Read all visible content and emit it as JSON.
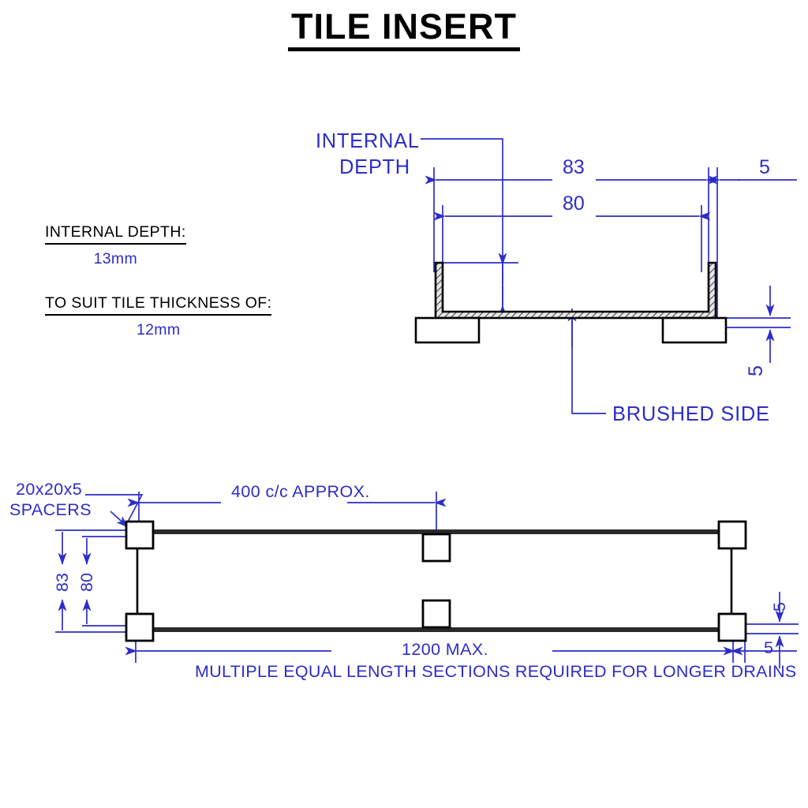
{
  "title": "TILE INSERT",
  "notes": [
    {
      "heading": "INTERNAL DEPTH:",
      "value": "13mm"
    },
    {
      "heading": "TO SUIT TILE THICKNESS OF:",
      "value": "12mm"
    }
  ],
  "colors": {
    "dimension_blue": "#2d2dc8",
    "outline_black": "#000000",
    "background": "#ffffff"
  },
  "section_view": {
    "name": "cross-section",
    "labels": {
      "internal_depth_line1": "INTERNAL",
      "internal_depth_line2": "DEPTH",
      "brushed_side": "BRUSHED SIDE"
    },
    "dimensions": {
      "overall_width": "83",
      "internal_width": "80",
      "wall_thickness": "5",
      "spacer_height": "5"
    }
  },
  "plan_view": {
    "name": "plan",
    "labels": {
      "spacers_line1": "20x20x5",
      "spacers_line2": "SPACERS",
      "footer_note": "MULTIPLE EQUAL LENGTH SECTIONS REQUIRED FOR LONGER DRAINS"
    },
    "dimensions": {
      "spacer_spacing": "400 c/c APPROX.",
      "overall_width": "83",
      "internal_width": "80",
      "overall_length": "1200 MAX.",
      "end_offset": "5",
      "rail_width": "5"
    }
  }
}
